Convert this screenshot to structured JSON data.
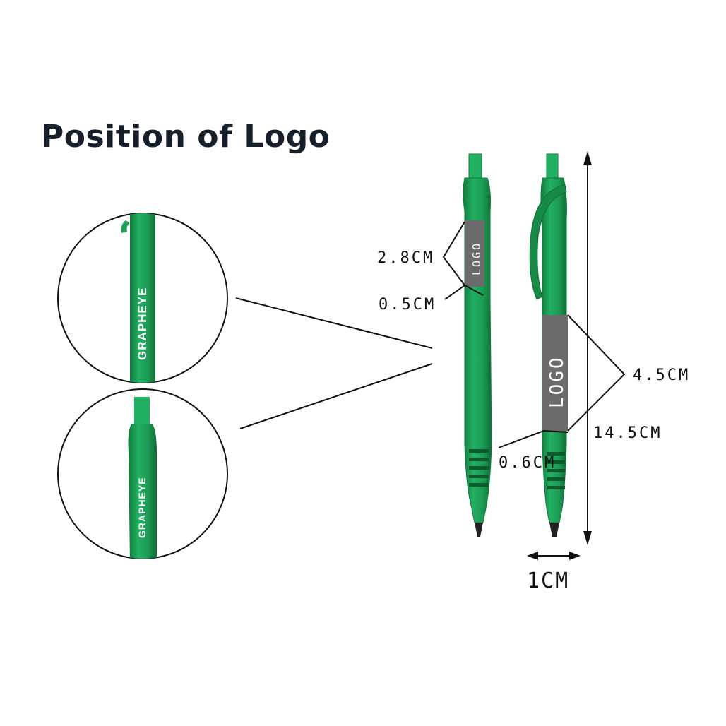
{
  "title": "Position of Logo",
  "zoom_top": {
    "brand": "GRAPHEYE"
  },
  "zoom_bottom": {
    "brand": "GRAPHEYE"
  },
  "pen_front": {
    "logo_label": "LOGO",
    "dim_logo_length": "2.8CM",
    "dim_logo_width": "0.5CM"
  },
  "pen_side": {
    "logo_label": "LOGO",
    "dim_logo_length": "4.5CM",
    "dim_logo_width": "0.6CM",
    "dim_total_length": "14.5CM",
    "dim_pen_width": "1CM"
  },
  "colors": {
    "pen_green": "#1f9e57",
    "pen_dark": "#137a3f",
    "logo_gray": "#6b6b6b"
  }
}
